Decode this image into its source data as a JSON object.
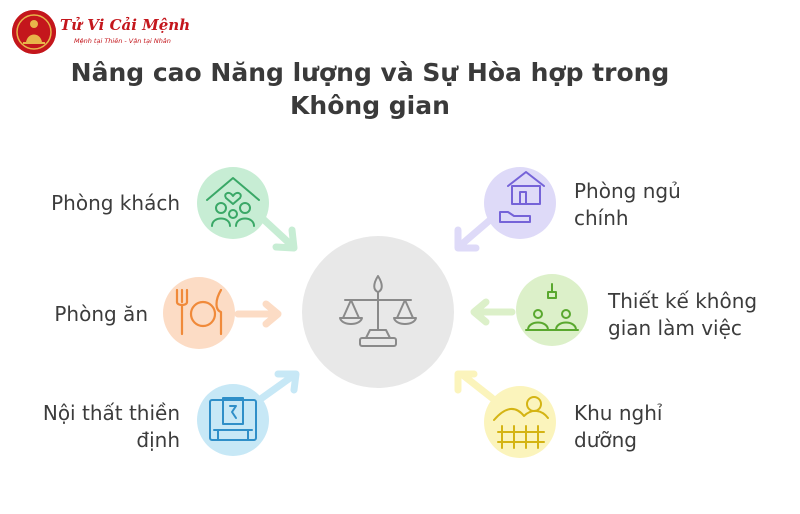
{
  "logo": {
    "title": "Tử Vi Cải Mệnh",
    "subtitle": "Mệnh tại Thiên - Vận tại Nhân"
  },
  "title_lines": [
    "Nâng cao Năng lượng và Sự Hòa hợp trong",
    "Không gian"
  ],
  "center_icon": "balance-scale-icon",
  "nodes": {
    "living_room": {
      "label": "Phòng khách",
      "icon": "family-house-icon",
      "color": "#c7edd4"
    },
    "dining": {
      "label": "Phòng ăn",
      "icon": "fork-plate-knife-icon",
      "color": "#fcdcc5"
    },
    "meditation": {
      "label_lines": [
        "Nội thất thiền",
        "định"
      ],
      "icon": "meditation-room-icon",
      "color": "#c7e8f6"
    },
    "bedroom": {
      "label_lines": [
        "Phòng ngủ",
        "chính"
      ],
      "icon": "house-bed-icon",
      "color": "#dedaf8"
    },
    "workspace": {
      "label_lines": [
        "Thiết kế không",
        "gian làm việc"
      ],
      "icon": "workspace-icon",
      "color": "#dcf0c9"
    },
    "leisure": {
      "label_lines": [
        "Khu nghỉ",
        "dưỡng"
      ],
      "icon": "sun-landscape-icon",
      "color": "#fbf4bc"
    }
  },
  "colors": {
    "center": "#e8e8e8",
    "text": "#3c3c3c",
    "brand": "#c4161c",
    "arrow_green": "#c7edd4",
    "arrow_orange": "#fcdcc5",
    "arrow_blue": "#c7e8f6",
    "arrow_purple": "#dedaf8",
    "arrow_lime": "#dcf0c9",
    "arrow_yellow": "#fbf4bc"
  }
}
